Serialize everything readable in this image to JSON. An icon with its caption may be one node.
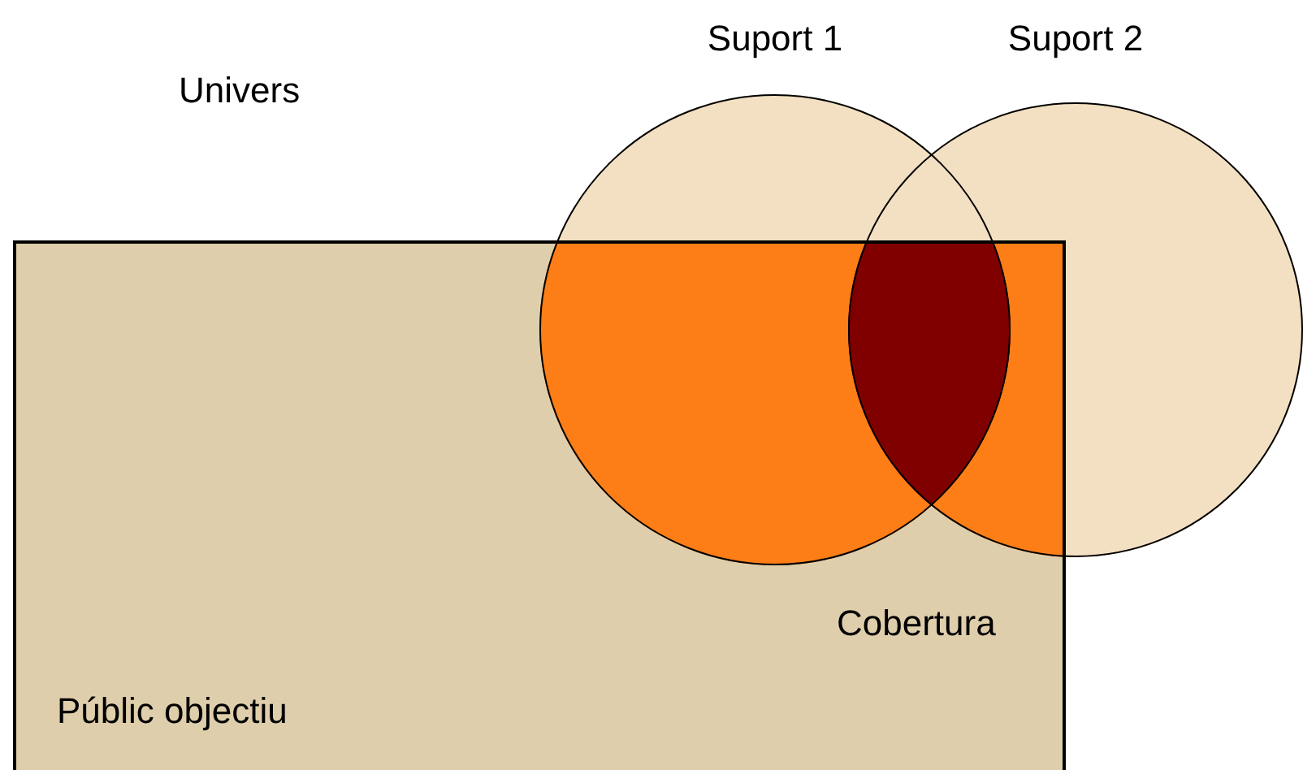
{
  "diagram": {
    "nodes": [
      {
        "text": [
          "Públic objectiu"
        ]
      },
      {
        "text": [
          "Suport 1"
        ]
      },
      {
        "text": [
          "Suport 2"
        ]
      }
    ],
    "labels": [
      "Univers",
      "Cobertura"
    ]
  }
}
